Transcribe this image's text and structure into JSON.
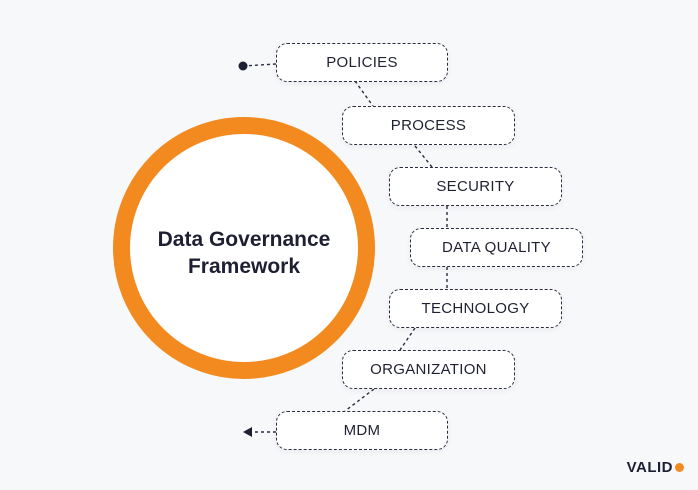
{
  "diagram": {
    "title_lines": [
      "Data Governance",
      "Framework"
    ],
    "items": [
      "POLICIES",
      "PROCESS",
      "SECURITY",
      "DATA QUALITY",
      "TECHNOLOGY",
      "ORGANIZATION",
      "MDM"
    ],
    "accent_color": "#f38a1f",
    "text_color": "#1e1f33"
  },
  "brand": {
    "name": "VALID"
  }
}
